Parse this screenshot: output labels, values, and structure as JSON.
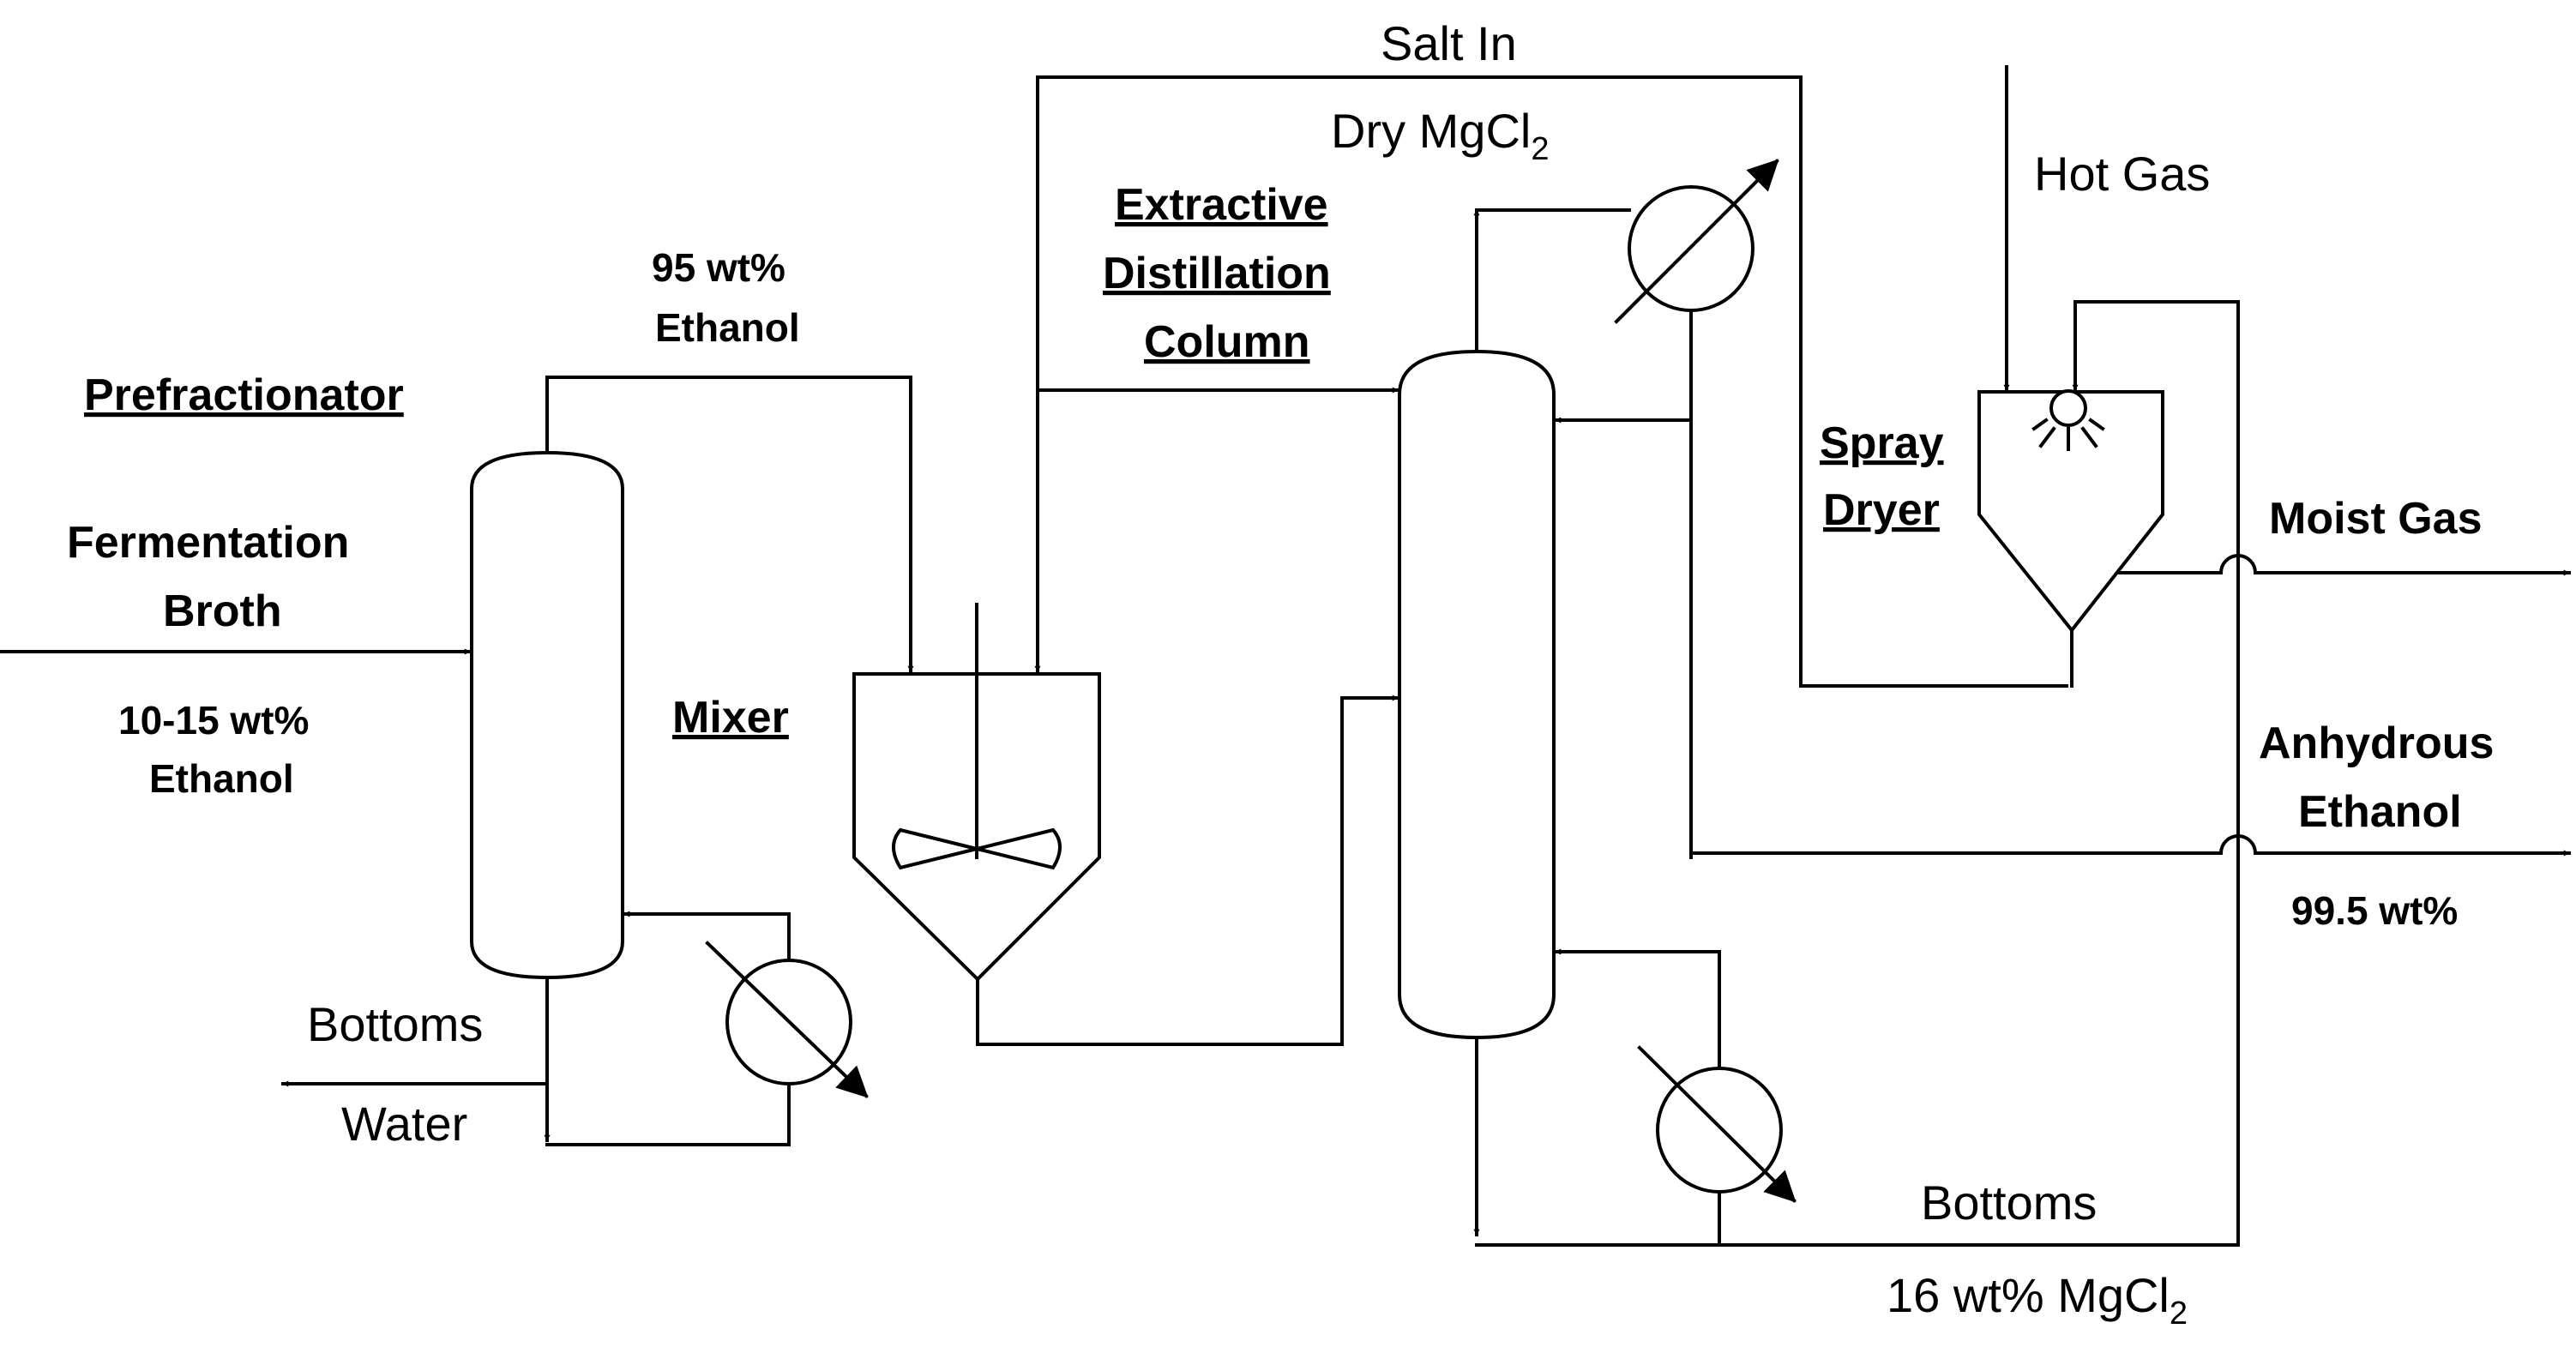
{
  "labels": {
    "salt_in": "Salt In",
    "dry_mgcl2": "Dry MgCl",
    "dry_mgcl2_sub": "2",
    "hot_gas": "Hot Gas",
    "extractive_l1": "Extractive",
    "extractive_l2": "Distillation",
    "extractive_l3": "Column",
    "wt95_l1": "95 wt%",
    "wt95_l2": "Ethanol",
    "prefractionator": "Prefractionator",
    "fermentation_l1": "Fermentation",
    "fermentation_l2": "Broth",
    "feed_wt_l1": "10-15 wt%",
    "feed_wt_l2": "Ethanol",
    "mixer": "Mixer",
    "spray_l1": "Spray",
    "spray_l2": "Dryer",
    "moist_gas": "Moist Gas",
    "anhydrous_l1": "Anhydrous",
    "anhydrous_l2": "Ethanol",
    "product_wt": "99.5 wt%",
    "bottoms_water_l1": "Bottoms",
    "bottoms_water_l2": "Water",
    "bottoms_salt": "Bottoms",
    "bottoms_salt_wt": "16 wt% MgCl",
    "bottoms_salt_wt_sub": "2"
  }
}
